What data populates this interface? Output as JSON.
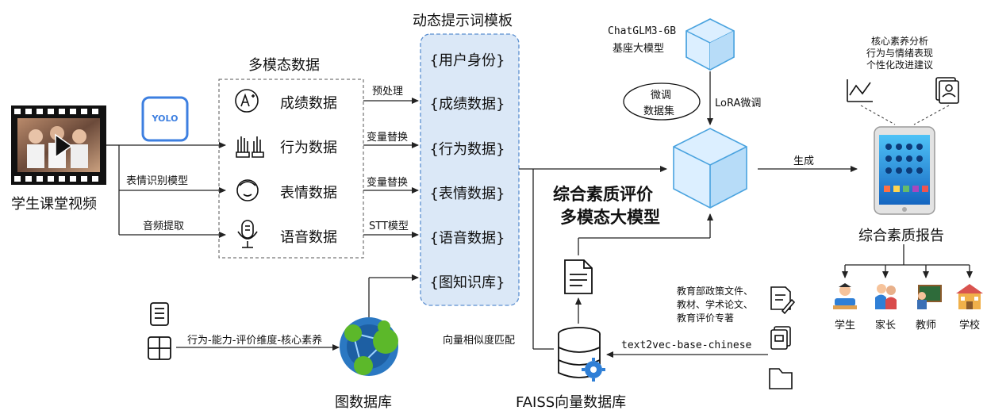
{
  "video": {
    "label": "学生课堂视频"
  },
  "yolo": {
    "text": "YOLO"
  },
  "arrows": {
    "expression_model": "表情识别模型",
    "audio_extract": "音频提取",
    "preprocess": "预处理",
    "var_replace_1": "变量替换",
    "var_replace_2": "变量替换",
    "stt_model": "STT模型",
    "vector_match": "向量相似度匹配",
    "lora": "LoRA微调",
    "generate": "生成",
    "graph_relation": "行为-能力-评价维度-核心素养",
    "embed_model": "text2vec-base-chinese"
  },
  "multimodal": {
    "title": "多模态数据",
    "items": [
      "成绩数据",
      "行为数据",
      "表情数据",
      "语音数据"
    ]
  },
  "template": {
    "title": "动态提示词模板",
    "items": [
      "{用户身份}",
      "{成绩数据}",
      "{行为数据}",
      "{表情数据}",
      "{语音数据}",
      "{图知识库}"
    ]
  },
  "base_model": {
    "line1": "ChatGLM3-6B",
    "line2": "基座大模型"
  },
  "finetune_set": {
    "line1": "微调",
    "line2": "数据集"
  },
  "main_model": {
    "line1": "综合素质评价",
    "line2": "多模态大模型"
  },
  "graph_db": {
    "label": "图数据库"
  },
  "vector_db": {
    "label": "FAISS向量数据库"
  },
  "sources": {
    "line1": "教育部政策文件、",
    "line2": "教材、学术论文、",
    "line3": "教育评价专著"
  },
  "report": {
    "label": "综合素质报告",
    "features": [
      "核心素养分析",
      "行为与情绪表现",
      "个性化改进建议"
    ]
  },
  "roles": [
    "学生",
    "家长",
    "教师",
    "学校"
  ],
  "colors": {
    "template_fill": "#dbe8f7",
    "template_border": "#5b8fd0",
    "cube_light": "#dcefff",
    "cube_mid": "#b7dcf8",
    "cube_edge": "#4aa3df",
    "graph_green": "#5cb82a",
    "graph_blue": "#2b78c2"
  }
}
